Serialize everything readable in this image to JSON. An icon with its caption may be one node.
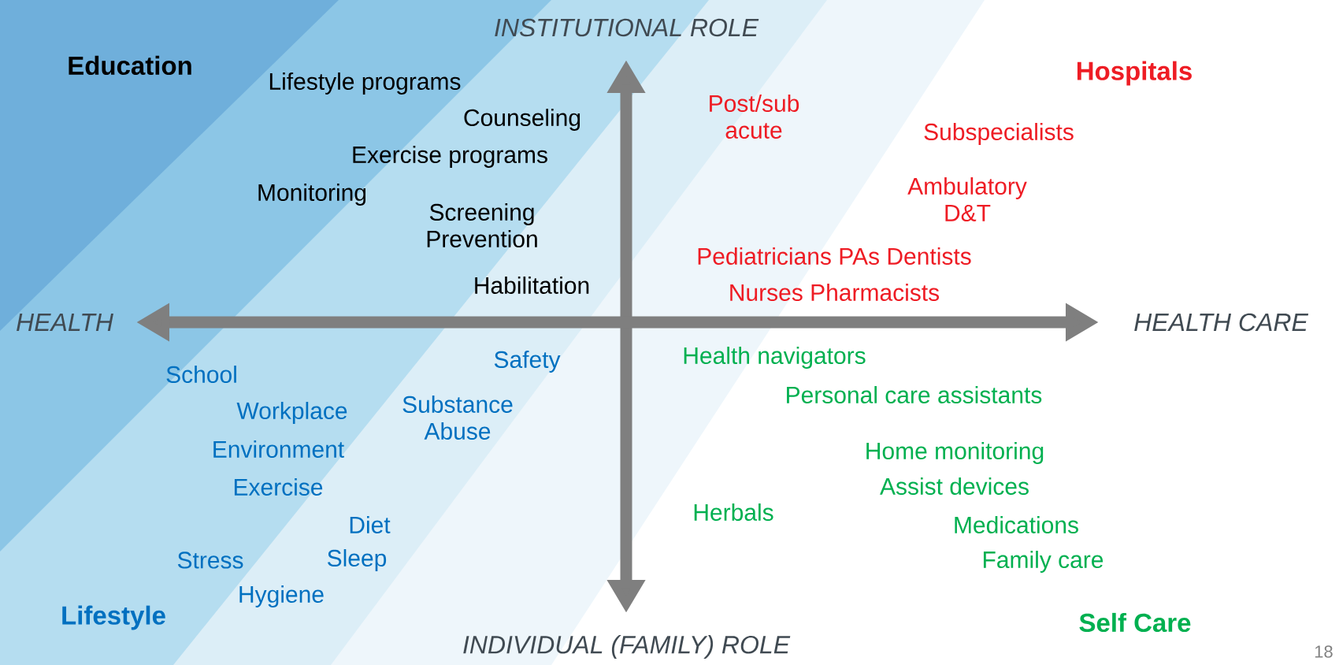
{
  "diagram": {
    "labels": [
      "INSTITUTIONAL ROLE",
      "Education",
      "Lifestyle programs",
      "Hospitals",
      "Post/sub acute",
      "Counseling",
      "Subspecialists",
      "Exercise programs",
      "Ambulatory D&T",
      "Monitoring",
      "Screening Prevention",
      "Pediatricians PAs Dentists",
      "Habilitation",
      "Nurses Pharmacists",
      "HEALTH",
      "HEALTH CARE",
      "Safety",
      "Health navigators",
      "School",
      "Substance Abuse",
      "Personal care assistants",
      "Workplace",
      "Environment",
      "Home monitoring",
      "Exercise",
      "Assist devices",
      "Herbals",
      "Diet",
      "Medications",
      "Stress",
      "Sleep",
      "Family care",
      "Hygiene",
      "Lifestyle",
      "Self Care",
      "INDIVIDUAL (FAMILY) ROLE",
      "18"
    ]
  }
}
